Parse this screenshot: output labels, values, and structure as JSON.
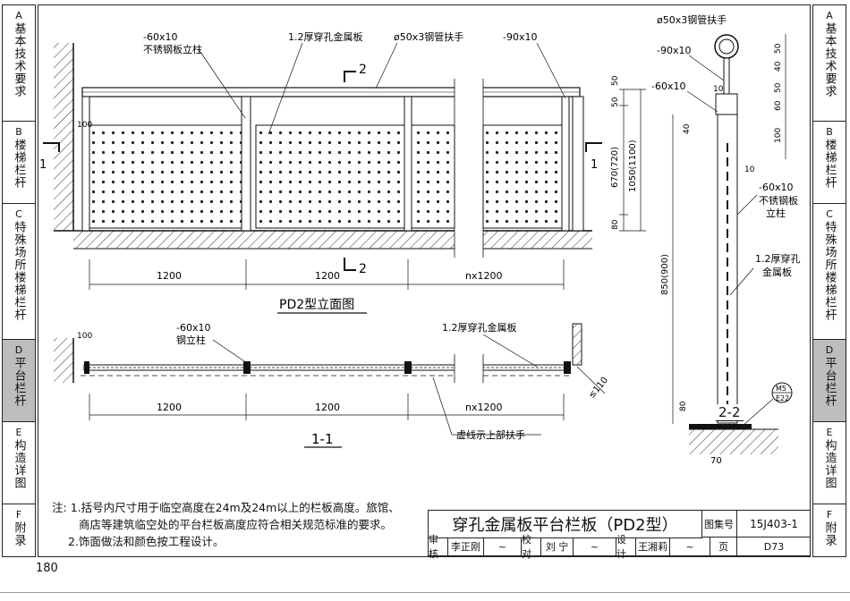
{
  "left_tabs": [
    {
      "letter": "A",
      "text": "基本技术要求"
    },
    {
      "letter": "B",
      "text": "楼梯栏杆"
    },
    {
      "letter": "C",
      "text": "特殊场所楼梯栏杆"
    },
    {
      "letter": "D",
      "text": "平台栏杆"
    },
    {
      "letter": "E",
      "text": "构造详图"
    },
    {
      "letter": "F",
      "text": "附录"
    }
  ],
  "right_tabs": [
    {
      "letter": "A",
      "text": "基本技术要求"
    },
    {
      "letter": "B",
      "text": "楼梯栏杆"
    },
    {
      "letter": "C",
      "text": "特殊场所楼梯栏杆"
    },
    {
      "letter": "D",
      "text": "平台栏杆"
    },
    {
      "letter": "E",
      "text": "构造详图"
    },
    {
      "letter": "F",
      "text": "附录"
    }
  ],
  "elevation": {
    "title": "PD2型立面图",
    "label_post": "-60x10",
    "label_post_desc": "不锈钢板立柱",
    "label_panel": "1.2厚穿孔金属板",
    "label_handrail": "ø50x3钢管扶手",
    "label_post2": "-90x10",
    "section_mark": "2",
    "section_mark_left": "1",
    "dim_100": "100",
    "dims_bottom": [
      "1200",
      "1200",
      "nx1200"
    ],
    "dims_right": [
      "50",
      "50",
      "670(720)",
      "80",
      "1050(1100)"
    ]
  },
  "plan": {
    "title": "1-1",
    "label_post": "-60x10",
    "label_post_desc": "钢立柱",
    "label_panel": "1.2厚穿孔金属板",
    "label_dashed": "虚线示上部扶手",
    "dim_100": "100",
    "dim_110": "≤110",
    "dims_bottom": [
      "1200",
      "1200",
      "nx1200"
    ]
  },
  "section": {
    "title": "2-2",
    "label_handrail": "ø50x3钢管扶手",
    "label_post2": "-90x10",
    "label_post": "-60x10",
    "label_post_desc1": "不锈钢板",
    "label_post_desc2": "立柱",
    "label_panel1": "1.2厚穿孔",
    "label_panel2": "金属板",
    "dim_10a": "10",
    "dim_10b": "10",
    "dim_40": "40",
    "dims_right": [
      "50",
      "40",
      "50",
      "60",
      "100"
    ],
    "dim_height": "850(900)",
    "dim_80": "80",
    "dim_70": "70",
    "anchor_top": "M5",
    "anchor_bot": "E22"
  },
  "notes": {
    "prefix": "注:",
    "line1": "1.括号内尺寸用于临空高度在24m及24m以上的栏板高度。旅馆、",
    "line2": "商店等建筑临空处的平台栏板高度应符合相关规范标准的要求。",
    "line3": "2.饰面做法和颜色按工程设计。"
  },
  "title_block": {
    "title": "穿孔金属板平台栏板（PD2型）",
    "atlas_label": "图集号",
    "atlas_no": "15J403-1",
    "review_label": "审核",
    "review_name": "李正刚",
    "check_label": "校对",
    "check_name": "刘 宁",
    "design_label": "设计",
    "design_name": "王湘莉",
    "page_label": "页",
    "page_no": "D73"
  },
  "page_number": "180"
}
